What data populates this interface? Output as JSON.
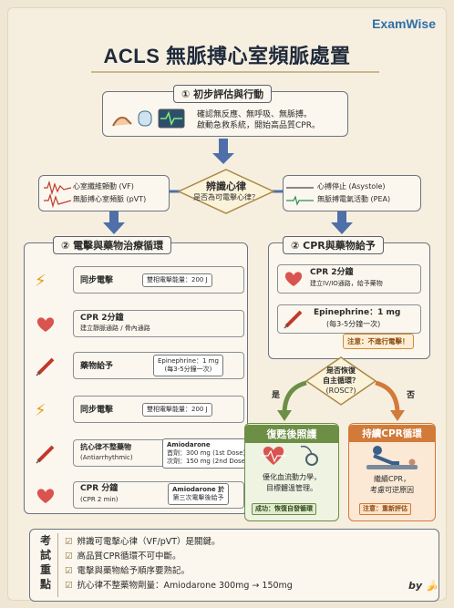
{
  "brand": "ExamWise",
  "title": "ACLS 無脈搏心室頻脈處置",
  "initial": {
    "header": "① 初步評估與行動",
    "line1": "確認無反應、無呼吸、無脈搏。",
    "line2": "啟動急救系統，開始高品質CPR。"
  },
  "decision1": {
    "line1": "辨識心律",
    "line2": "是否為可電擊心律？"
  },
  "shockable": {
    "item1": "心室纖維顫動 (VF)",
    "item2": "無脈搏心室頻脈 (pVT)"
  },
  "nonshockable": {
    "item1": "心搏停止 (Asystole)",
    "item2": "無脈搏電氣活動 (PEA)"
  },
  "left_branch": {
    "header": "② 電擊與藥物治療循環",
    "steps": [
      {
        "title": "同步電擊",
        "pill1": "雙相電擊能量：200 J",
        "pill2": ""
      },
      {
        "title": "CPR 2分鐘",
        "sub": "建立靜脈通路 / 骨內通路"
      },
      {
        "title": "藥物給予",
        "pill1": "Epinephrine：1 mg",
        "pill2": "(每3-5分鐘一次)"
      },
      {
        "title": "同步電擊",
        "pill1": "雙相電擊能量：200 J",
        "pill2": ""
      },
      {
        "title": "抗心律不整藥物",
        "sub": "(Antiarrhythmic)",
        "pill1": "Amiodarone",
        "pill2": "首劑：300 mg (1st Dose)",
        "pill3": "次劑：150 mg (2nd Dose)"
      },
      {
        "title": "CPR 分鐘",
        "sub": "(CPR 2 min)",
        "pill1": "Amiodarone 於",
        "pill2": "第三次電擊後給予"
      }
    ]
  },
  "right_branch": {
    "header": "② CPR與藥物給予",
    "cpr_title": "CPR 2分鐘",
    "cpr_sub": "建立IV/IO通路，給予藥物",
    "epi1": "Epinephrine：1 mg",
    "epi2": "(每3-5分鐘一次)",
    "note": "注意：不進行電擊！",
    "rosc1": "是否恢復",
    "rosc2": "自主循環？",
    "rosc3": "(ROSC?)",
    "yes": "是",
    "no": "否",
    "care_header": "復甦後照護",
    "care1": "優化血流動力學，",
    "care2": "目標體溫管理。",
    "care_note": "成功：恢復自發循環",
    "cont_header": "持續CPR循環",
    "cont1": "繼續CPR，",
    "cont2": "考慮可逆原因",
    "cont_note": "注意：重新評估"
  },
  "key_points": {
    "label": [
      "考",
      "試",
      "重",
      "點"
    ],
    "items": [
      "辨識可電擊心律（VF/pVT）是關鍵。",
      "高品質CPR循環不可中斷。",
      "電擊與藥物給予順序要熟記。",
      "抗心律不整藥物劑量：Amiodarone 300mg → 150mg"
    ]
  },
  "signature": "by",
  "colors": {
    "blue_arrow": "#4f6fa8",
    "green": "#6d8f45",
    "orange": "#d27a3a",
    "red_wave": "#c0392b"
  }
}
